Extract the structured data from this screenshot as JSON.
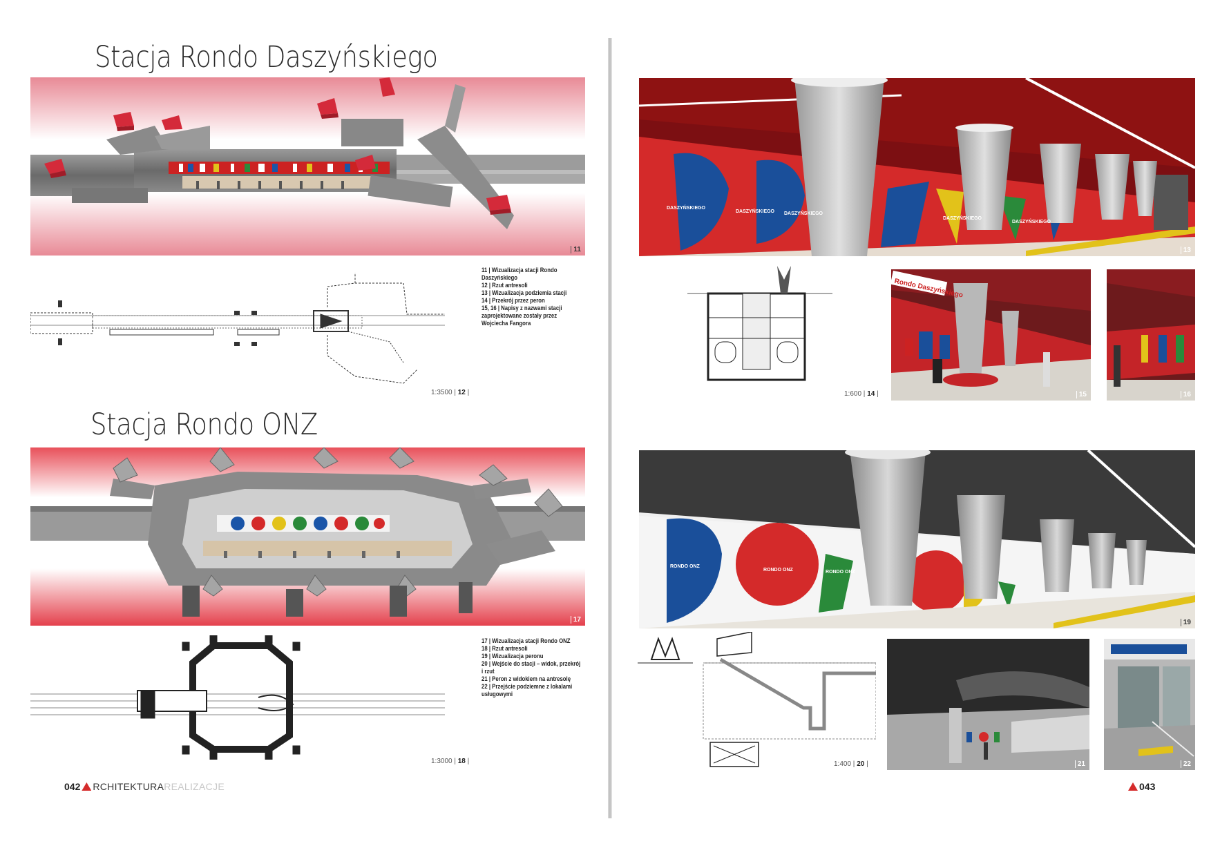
{
  "left_page": {
    "section1_title": "Stacja Rondo Daszyńskiego",
    "section2_title": "Stacja Rondo ONZ",
    "fig11_number": "11",
    "fig12_scale": "1:3500",
    "fig12_number": "12",
    "captions1": [
      "11 | Wizualizacja stacji Rondo",
      "Daszyńskiego",
      "12 | Rzut antresoli",
      "13 | Wizualizacja podziemia stacji",
      "14 | Przekrój przez peron",
      "15, 16 | Napisy z nazwami stacji",
      "zaprojektowane zostały przez",
      "Wojciecha Fangora"
    ],
    "fig17_number": "17",
    "fig18_scale": "1:3000",
    "fig18_number": "18",
    "captions2": [
      "17 | Wizualizacja stacji Rondo ONZ",
      "18 | Rzut antresoli",
      "19 | Wizualizacja peronu",
      "20 | Wejście do stacji – widok, przekrój",
      "i rzut",
      "21 | Peron z widokiem na antresolę",
      "22 | Przejście podziemne z lokalami",
      "usługowymi"
    ],
    "footer": {
      "page_number": "042",
      "brand_first_letter": "A",
      "brand_rest": "RCHITEKTURA",
      "brand_section": "REALIZACJE"
    }
  },
  "right_page": {
    "fig13_number": "13",
    "fig13_wall_labels": [
      "DASZYŃSKIEGO",
      "DASZYŃSKIEGO",
      "DASZYŃSKIEGO",
      "DASZYŃSKIEGO",
      "DASZYŃSKIEGO"
    ],
    "fig14_scale": "1:600",
    "fig14_number": "14",
    "fig15_number": "15",
    "fig15_sign": "Rondo Daszyńskiego",
    "fig16_number": "16",
    "fig19_number": "19",
    "fig19_wall_labels": [
      "RONDO ONZ",
      "RONDO ONZ",
      "RONDO ONZ"
    ],
    "fig20_scale": "1:400",
    "fig20_number": "20",
    "fig21_number": "21",
    "fig22_number": "22",
    "footer": {
      "page_number": "043"
    }
  },
  "colors": {
    "accent_red": "#d52b2b",
    "ceiling_red": "#8e1212",
    "dark_ceiling": "#3a3a3a",
    "grey_structure": "#7a7a7a"
  }
}
